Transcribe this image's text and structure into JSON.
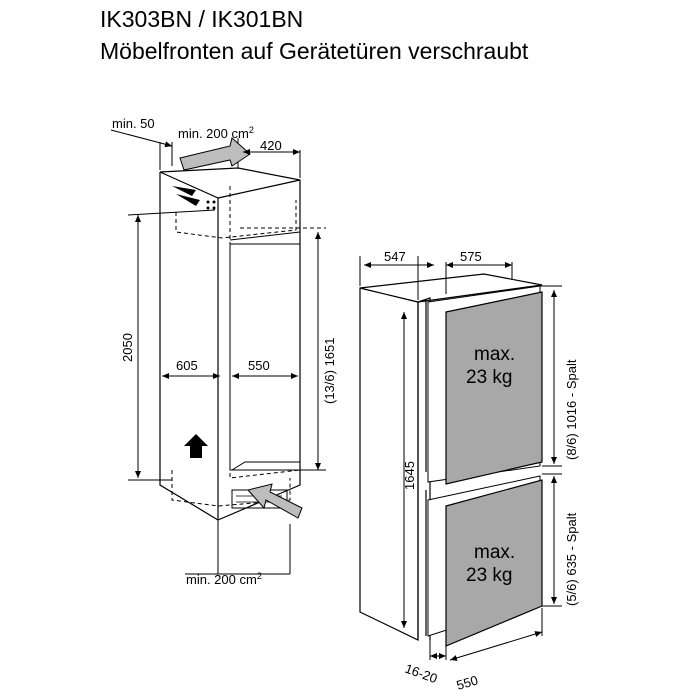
{
  "header": {
    "model": "IK303BN / IK301BN",
    "subtitle": "Möbelfronten auf Gerätetüren verschraubt"
  },
  "niche": {
    "vent_top_label": "min. 50",
    "vent_top_area": "min. 200 cm",
    "vent_top_area_sup": "2",
    "depth_top": "420",
    "height": "2050",
    "depth_outer": "605",
    "depth_inner": "550",
    "inner_height": "(13/6) 1651",
    "vent_bottom_area": "min. 200 cm",
    "vent_bottom_area_sup": "2"
  },
  "appliance": {
    "depth": "547",
    "width": "575",
    "height": "1645",
    "upper_door_text_1": "max.",
    "upper_door_text_2": "23 kg",
    "lower_door_text_1": "max.",
    "lower_door_text_2": "23 kg",
    "upper_gap": "(8/6)  1016 - Spalt",
    "lower_gap": "(5/6)  635 - Spalt",
    "gap_bottom": "16-20",
    "width_bottom": "550"
  },
  "colors": {
    "door_fill": "#a8a8a8",
    "line": "#000000"
  }
}
